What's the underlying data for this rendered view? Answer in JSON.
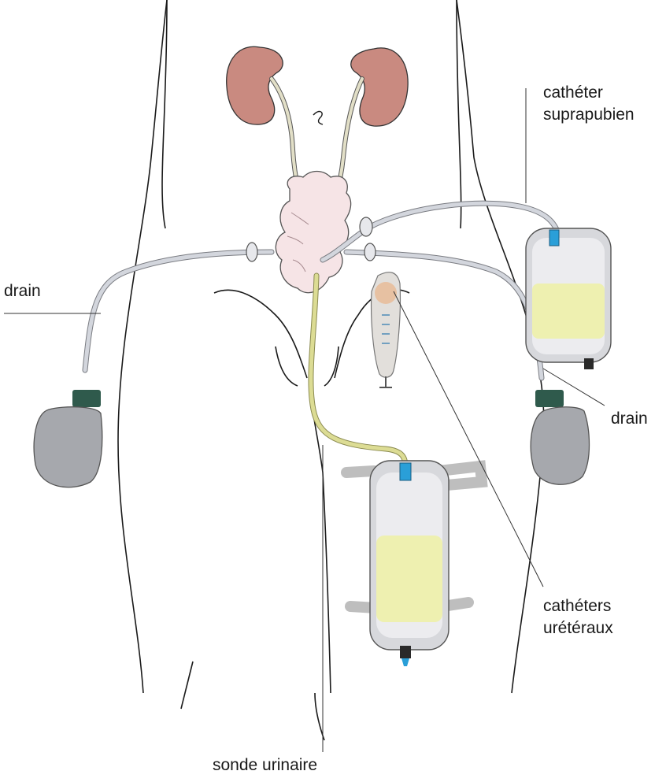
{
  "labels": {
    "suprapubic_catheter": {
      "line1": "cathéter",
      "line2": "suprapubien"
    },
    "drain_left": "drain",
    "drain_right": "drain",
    "ureteral_catheters": {
      "line1": "cathéters",
      "line2": "urétéraux"
    },
    "urinary_probe": "sonde urinaire"
  },
  "colors": {
    "body_outline": "#1a1a1a",
    "kidney": "#c98a80",
    "bladder": "#f6e4e6",
    "tube": "#c9ccd3",
    "urine_tube": "#d9d98a",
    "urine": "#eef0b0",
    "bag": "#e6e7eb",
    "drain_bulb": "#a6a8ad",
    "connector_blue": "#2a9fd8",
    "connector_green": "#2f5a4c",
    "strap": "#b8b8bc",
    "leader_line": "#333333"
  }
}
